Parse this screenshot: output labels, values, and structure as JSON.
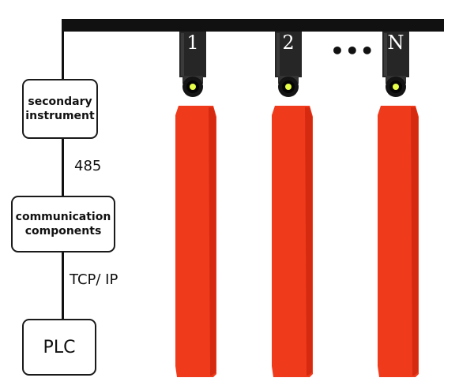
{
  "boxes": {
    "secondary_instrument": "secondary instrument",
    "communication_components": "communication components",
    "plc": "PLC"
  },
  "connections": {
    "rs485": "485",
    "tcpip": "TCP/ IP"
  },
  "cameras": [
    {
      "label": "1"
    },
    {
      "label": "2"
    },
    {
      "label": "N"
    }
  ],
  "ellipsis": "•••",
  "colors": {
    "bar_fill": "#f03a1c",
    "bar_edge": "#d62a10",
    "line": "#111111",
    "lens_glow": "#e8ff4a"
  }
}
